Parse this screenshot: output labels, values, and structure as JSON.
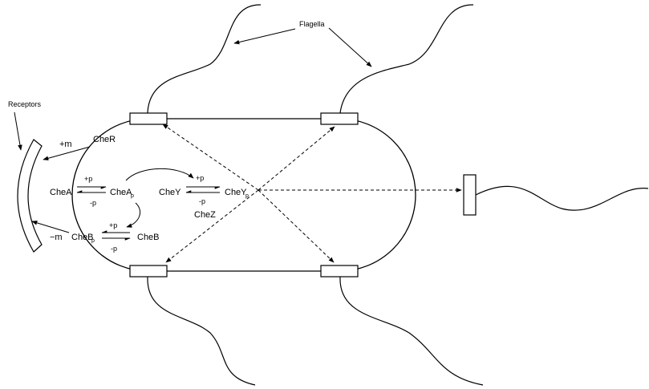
{
  "labels": {
    "flagella": "Flagella",
    "receptors": "Receptors"
  },
  "proteins": {
    "cheA": "CheA",
    "cheAp": "CheA",
    "cheY": "CheY",
    "cheYp": "CheY",
    "cheZ": "CheZ",
    "cheR": "CheR",
    "cheB": "CheB",
    "cheBp": "CheB",
    "phospho_subscript": "p"
  },
  "reactions": {
    "plus_p": "+p",
    "minus_p": "-p",
    "plus_m": "+m",
    "minus_m": "−m"
  },
  "colors": {
    "stroke": "#000000",
    "background": "#ffffff"
  }
}
